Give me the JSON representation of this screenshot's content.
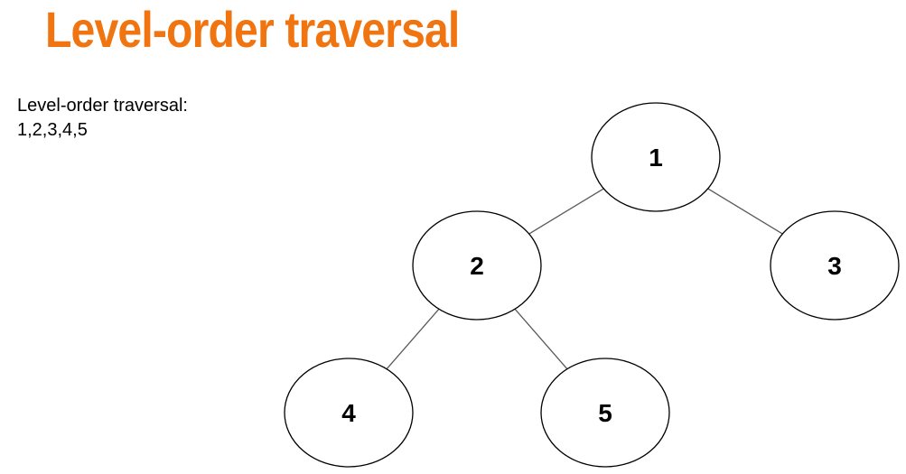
{
  "slide": {
    "title": "Level-order traversal",
    "title_color": "#f07410"
  },
  "caption": {
    "heading": "Level-order traversal:",
    "sequence": "1,2,3,4,5"
  },
  "tree": {
    "nodes": [
      {
        "id": "1",
        "label": "1"
      },
      {
        "id": "2",
        "label": "2"
      },
      {
        "id": "3",
        "label": "3"
      },
      {
        "id": "4",
        "label": "4"
      },
      {
        "id": "5",
        "label": "5"
      }
    ],
    "edges": [
      {
        "from": "1",
        "to": "2"
      },
      {
        "from": "1",
        "to": "3"
      },
      {
        "from": "2",
        "to": "4"
      },
      {
        "from": "2",
        "to": "5"
      }
    ],
    "node_stroke": "#000000",
    "edge_stroke": "#595959"
  }
}
